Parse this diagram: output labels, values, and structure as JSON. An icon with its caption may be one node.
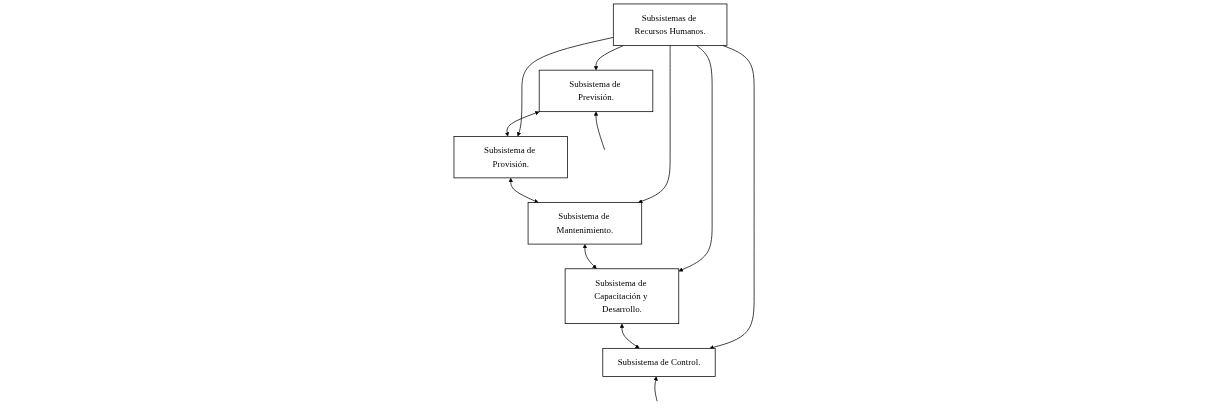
{
  "diagram": {
    "nodes": [
      {
        "text": [
          "Subsistemas de Recursos Humanos."
        ]
      },
      {
        "text": [
          "Subsistema de Previsión."
        ]
      },
      {
        "text": [
          "Subsistema de Provisión."
        ]
      },
      {
        "text": [
          "Subsistema de Mantenimiento."
        ]
      },
      {
        "text": [
          "Subsistema de Capacitación y Desarrollo."
        ]
      },
      {
        "text": [
          "Subsistema de Control."
        ]
      }
    ],
    "edges": [
      {
        "from": 0,
        "to": 1,
        "arrow": "to"
      },
      {
        "from": 0,
        "to": 2,
        "arrow": "to"
      },
      {
        "from": 0,
        "to": 3,
        "arrow": "to"
      },
      {
        "from": 0,
        "to": 4,
        "arrow": "to"
      },
      {
        "from": 0,
        "to": 5,
        "arrow": "to"
      },
      {
        "from": 1,
        "to": 2,
        "arrow": "both"
      },
      {
        "from": 2,
        "to": 3,
        "arrow": "both"
      },
      {
        "from": 3,
        "to": 4,
        "arrow": "both"
      },
      {
        "from": 4,
        "to": 5,
        "arrow": "both"
      },
      {
        "from": null,
        "to": 1,
        "arrow": "to"
      },
      {
        "from": null,
        "to": 5,
        "arrow": "to"
      }
    ]
  }
}
